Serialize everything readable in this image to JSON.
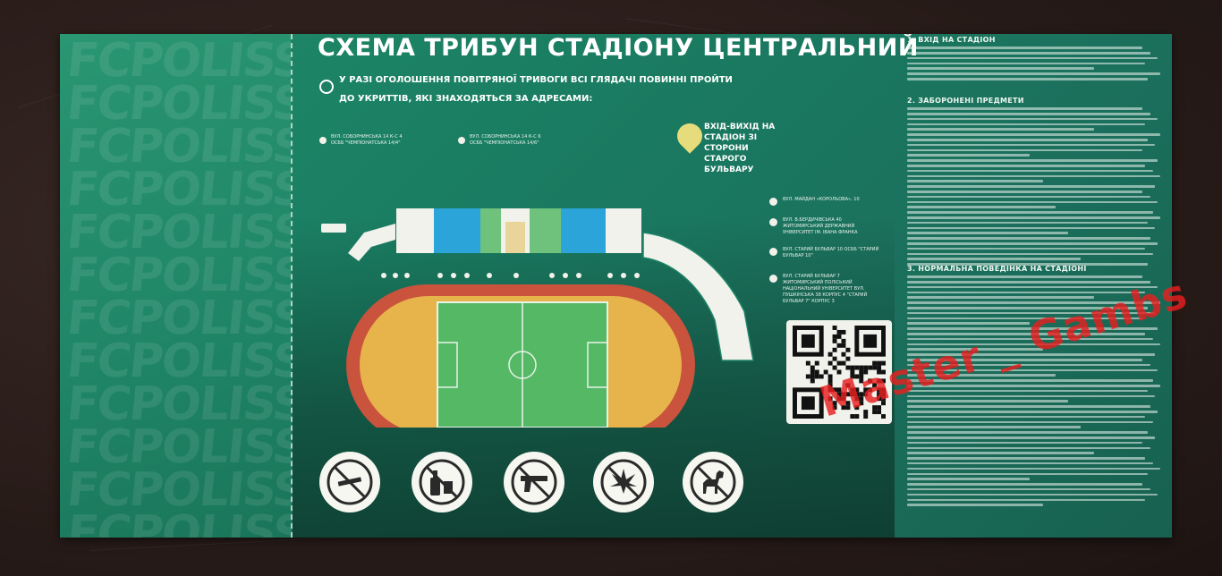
{
  "stub": {
    "brand_word": "FCPOLISSYA"
  },
  "main": {
    "title": "СХЕМА ТРИБУН СТАДІОНУ ЦЕНТРАЛЬНИЙ",
    "alert_line_1": "У РАЗІ ОГОЛОШЕННЯ ПОВІТРЯНОЇ ТРИВОГИ ВСІ ГЛЯДАЧІ ПОВИННІ ПРОЙТИ",
    "alert_line_2": "ДО УКРИТТІВ, ЯКІ ЗНАХОДЯТЬСЯ ЗА АДРЕСАМИ:",
    "shelter_left_1": "ВУЛ. СОБОРНИНСЬКА 14 К-С 4",
    "shelter_left_2": "ОСББ \"ЧЕМПІОНАТСЬКА 14/4\"",
    "shelter_right_1": "ВУЛ. СОБОРНИНСЬКА 14 К-С 6",
    "shelter_right_2": "ОСББ \"ЧЕМПІОНАТСЬКА 14/6\"",
    "entry_text": "ВХІД-ВИХІД НА СТАДІОН ЗІ СТОРОНИ СТАРОГО БУЛЬВАРУ",
    "side_pins": [
      {
        "text": "ВУЛ. МАЙДАН «КОРОЛЬОВА», 10"
      },
      {
        "text": "ВУЛ. В.БЕРДИЧІВСЬКА 40 ЖИТОМИРСЬКИЙ ДЕРЖАВНИЙ УНІВЕРСИТЕТ ІМ. ІВАНА ФРАНКА"
      },
      {
        "text": "ВУЛ. СТАРИЙ БУЛЬВАР 10 ОСББ \"СТАРИЙ БУЛЬВАР 10\""
      },
      {
        "text": "ВУЛ. СТАРИЙ БУЛЬВАР 7 ЖИТОМИРСЬКИЙ ПОЛІСЬКИЙ НАЦІОНАЛЬНИЙ УНІВЕРСИТЕТ ВУЛ. ПУШКІНСЬКА 38 КОРПУС 4 \"СТАРИЙ БУЛЬВАР 7\" КОРПУС 3"
      }
    ],
    "banned_items": [
      "knife-icon",
      "bottle-icon",
      "pistol-icon",
      "cannabis-icon",
      "dog-icon"
    ]
  },
  "rules": {
    "sections": [
      {
        "heading": "1. ВХІД НА СТАДІОН",
        "lines": 7
      },
      {
        "heading": "2. ЗАБОРОНЕНІ ПРЕДМЕТИ",
        "lines": 31
      },
      {
        "heading": "3. НОРМАЛЬНА ПОВЕДІНКА НА СТАДІОНІ",
        "lines": 45
      }
    ]
  },
  "watermark": "Master _ Gambs",
  "colors": {
    "ticket_green": "#1b7a5f",
    "stand_blue": "#2aa4d9",
    "stand_white": "#f2f2ec",
    "track_red": "#c9533d",
    "track_yellow": "#e7b34b",
    "pitch_green": "#55b865",
    "watermark_red": "#e01e1e"
  }
}
